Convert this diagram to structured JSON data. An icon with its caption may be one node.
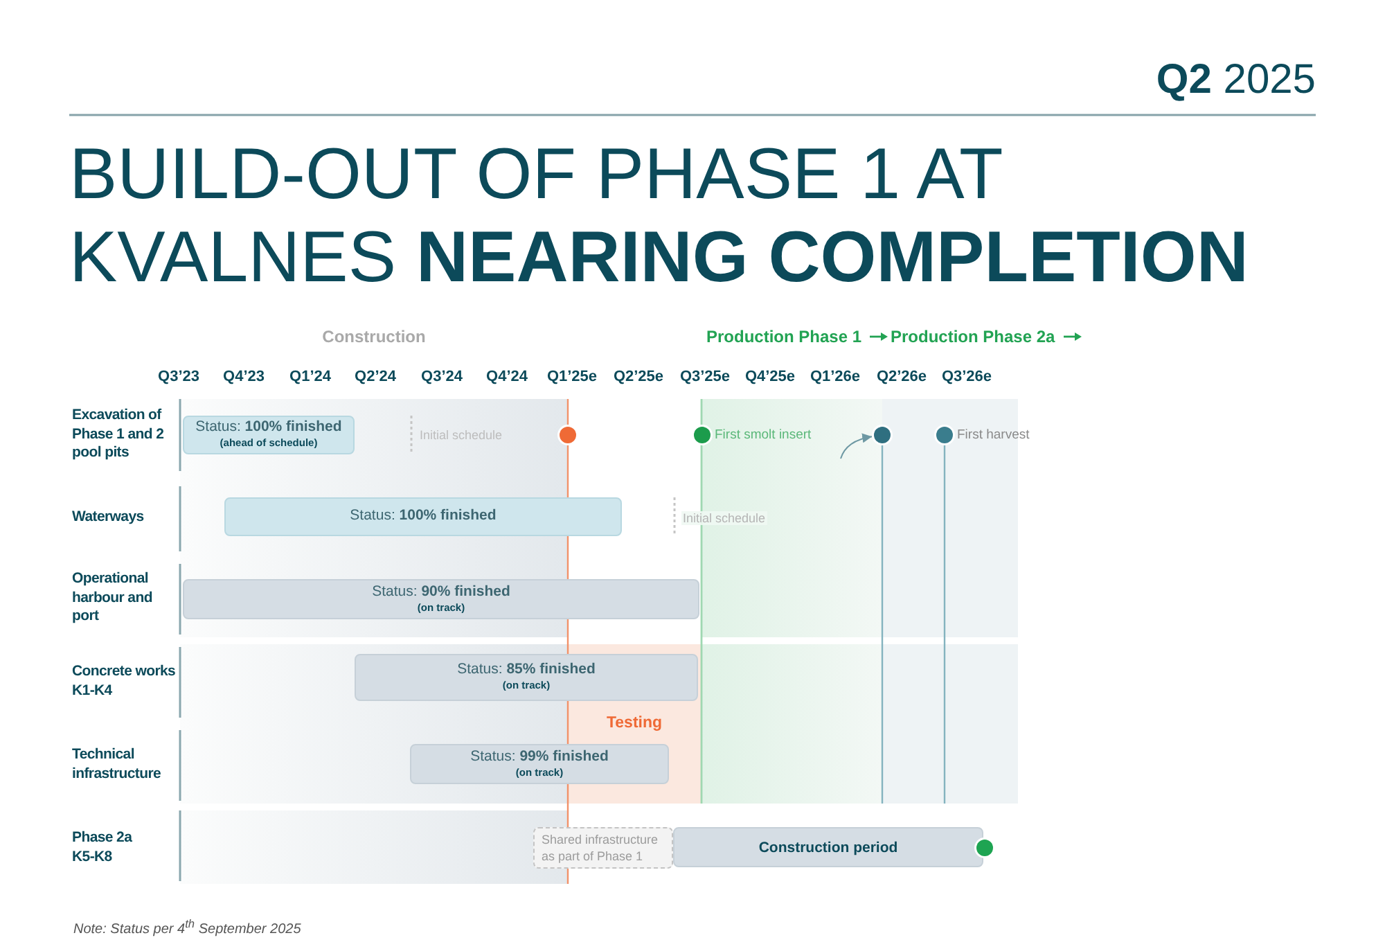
{
  "diagram": {
    "title": "BUILD-OUT OF PHASE 1 AT KVALNES **NEARING COMPLETION**",
    "caption": "Note: Status per 4$^{th}$ September 2025",
    "nodes": [
      {
        "text": [
          "Status: **100% finished**",
          "(ahead of schedule)"
        ]
      },
      {
        "text": [],
        "shape": "circle"
      },
      {
        "text": [],
        "shape": "circle",
        "beside": [
          "First smolt insert"
        ]
      },
      {
        "text": [],
        "shape": "circle"
      },
      {
        "text": [],
        "shape": "circle",
        "beside": [
          "First harvest"
        ]
      },
      {
        "text": [
          "Status: **100% finished**"
        ]
      },
      {
        "text": [
          "Status: **90% finished**",
          "(on track)"
        ]
      },
      {
        "text": [
          "Status: **85% finished**",
          "(on track)"
        ]
      },
      {
        "text": [
          "Status: **99% finished**",
          "(on track)"
        ]
      },
      {
        "text": [
          "Shared infrastructure as part of Phase 1"
        ]
      },
      {
        "text": [
          "Construction period"
        ]
      },
      {
        "text": [],
        "shape": "circle"
      }
    ],
    "edges": [
      {
        "from": null,
        "to": 3,
        "arrow": "to"
      }
    ],
    "labels": [
      "**Q2** 2025",
      "Construction",
      "Production Phase 1",
      "Production Phase 2a",
      "Q3’23",
      "Q4’23",
      "Q1’24",
      "Q2’24",
      "Q3’24",
      "Q4’24",
      "Q1’25e",
      "Q2’25e",
      "Q3’25e",
      "Q4’25e",
      "Q1’26e",
      "Q2’26e",
      "Q3’26e",
      "Excavation of Phase 1 and 2 pool pits",
      "Initial schedule",
      "Waterways",
      "Initial schedule",
      "Operational harbour and port",
      "Concrete works K1-K4",
      "Testing",
      "Technical infrastructure",
      "Phase 2a K5-K8"
    ]
  }
}
